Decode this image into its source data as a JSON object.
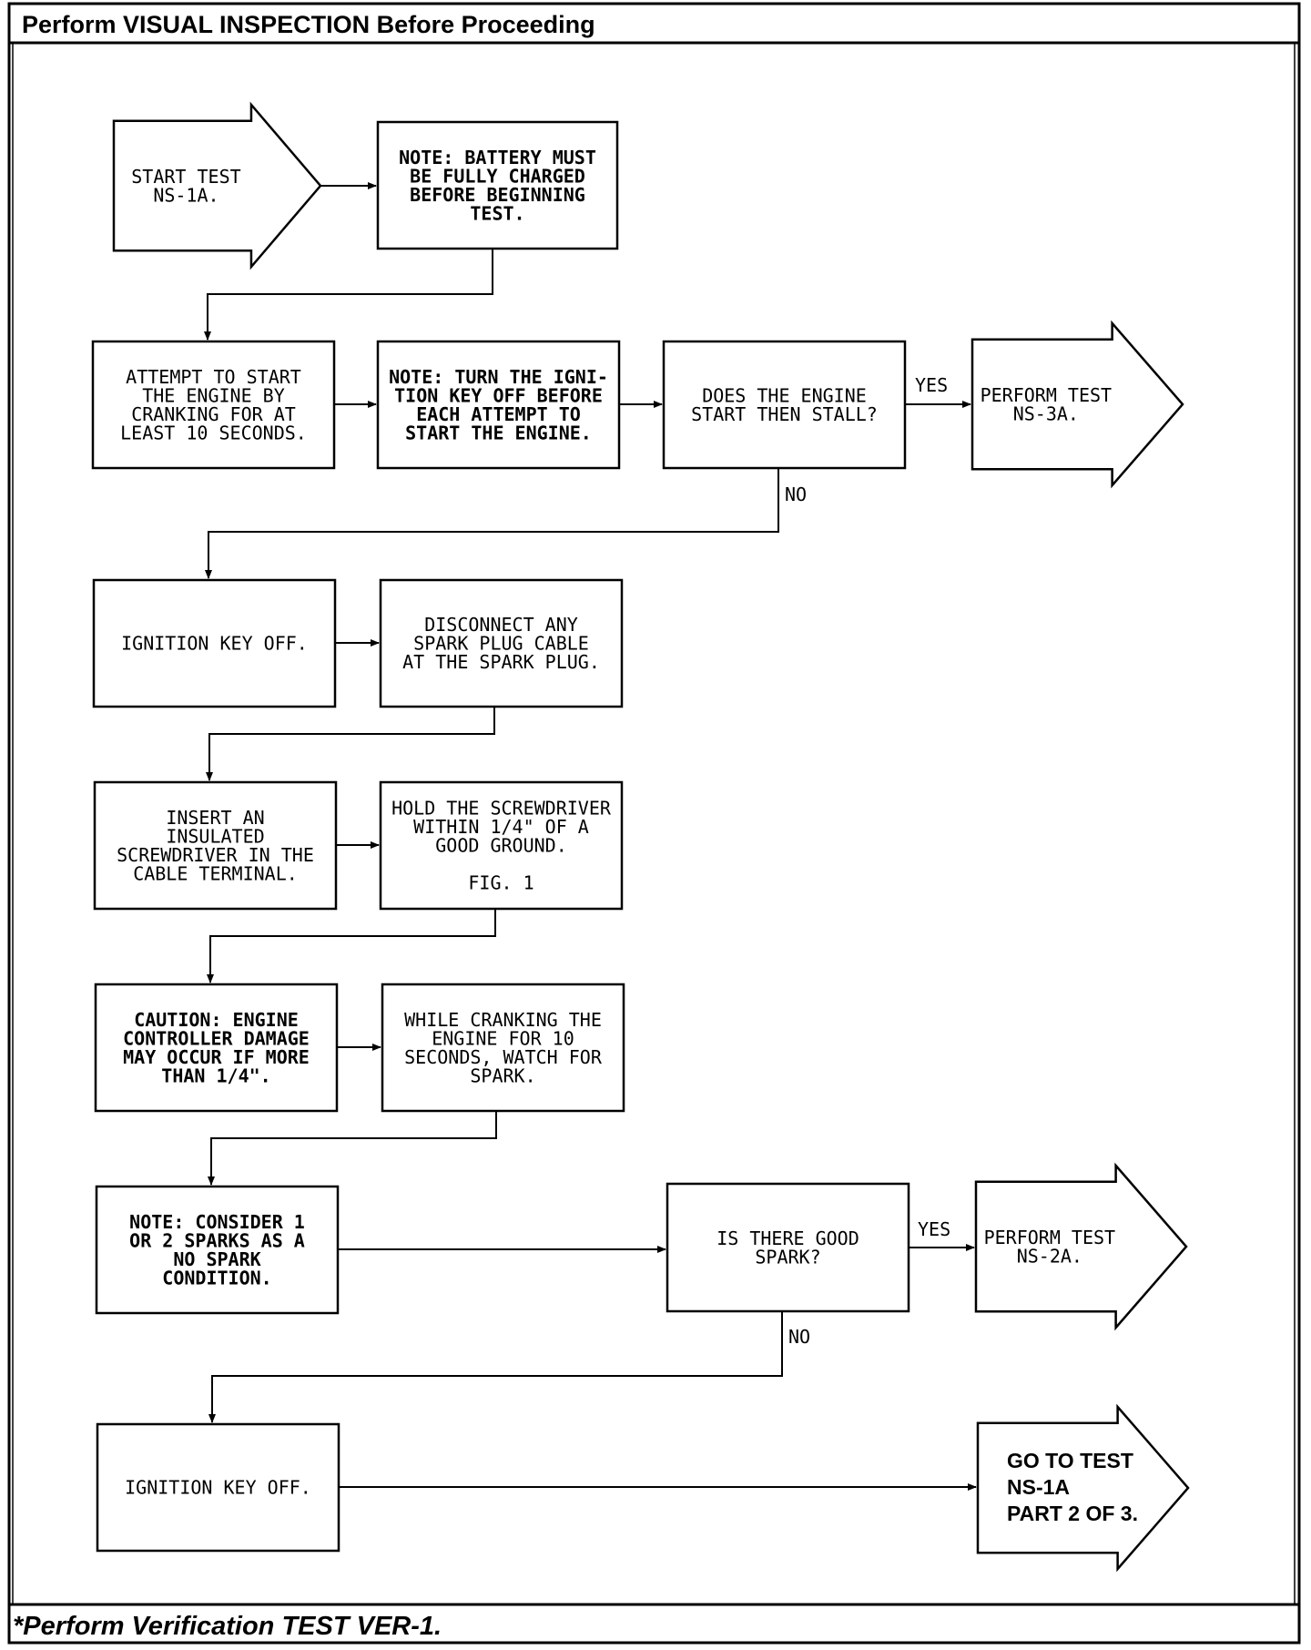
{
  "header": {
    "title": "Perform VISUAL INSPECTION Before Proceeding"
  },
  "footer": {
    "note": "*Perform Verification TEST VER-1."
  },
  "diagram": {
    "nodes": [
      {
        "id": "start",
        "shape": "arrow",
        "lines": [
          "START TEST",
          "NS-1A."
        ]
      },
      {
        "id": "note-battery",
        "shape": "box",
        "bold": true,
        "lines": [
          "NOTE: BATTERY MUST",
          "BE FULLY CHARGED",
          "BEFORE BEGINNING",
          "TEST."
        ]
      },
      {
        "id": "attempt-start",
        "shape": "box",
        "lines": [
          "ATTEMPT TO START",
          "THE ENGINE BY",
          "CRANKING FOR AT",
          "LEAST 10 SECONDS."
        ]
      },
      {
        "id": "note-key-off",
        "shape": "box",
        "bold": true,
        "lines": [
          "NOTE: TURN THE IGNI-",
          "TION KEY OFF BEFORE",
          "EACH ATTEMPT TO",
          "START THE ENGINE."
        ]
      },
      {
        "id": "start-stall",
        "shape": "box",
        "lines": [
          "DOES THE ENGINE",
          "START THEN STALL?"
        ]
      },
      {
        "id": "test-ns3a",
        "shape": "arrow",
        "lines": [
          "PERFORM TEST",
          "NS-3A."
        ]
      },
      {
        "id": "key-off-1",
        "shape": "box",
        "lines": [
          "IGNITION KEY OFF."
        ]
      },
      {
        "id": "disconnect",
        "shape": "box",
        "lines": [
          "DISCONNECT ANY",
          "SPARK PLUG CABLE",
          "AT THE SPARK PLUG."
        ]
      },
      {
        "id": "insert-screwdriver",
        "shape": "box",
        "lines": [
          "INSERT AN",
          "INSULATED",
          "SCREWDRIVER IN THE",
          "CABLE TERMINAL."
        ]
      },
      {
        "id": "hold-screwdriver",
        "shape": "box",
        "lines": [
          "HOLD THE SCREWDRIVER",
          "WITHIN 1/4\" OF A",
          "GOOD GROUND.",
          "",
          "FIG. 1"
        ]
      },
      {
        "id": "caution",
        "shape": "box",
        "bold": true,
        "lines": [
          "CAUTION: ENGINE",
          "CONTROLLER DAMAGE",
          "MAY OCCUR IF MORE",
          "THAN 1/4\"."
        ]
      },
      {
        "id": "watch-spark",
        "shape": "box",
        "lines": [
          "WHILE CRANKING THE",
          "ENGINE FOR 10",
          "SECONDS, WATCH FOR",
          "SPARK."
        ]
      },
      {
        "id": "note-sparks",
        "shape": "box",
        "bold": true,
        "lines": [
          "NOTE: CONSIDER 1",
          "OR 2 SPARKS AS A",
          "NO SPARK",
          "CONDITION."
        ]
      },
      {
        "id": "good-spark",
        "shape": "box",
        "lines": [
          "IS THERE GOOD",
          "SPARK?"
        ]
      },
      {
        "id": "test-ns2a",
        "shape": "arrow",
        "lines": [
          "PERFORM TEST",
          "NS-2A."
        ]
      },
      {
        "id": "key-off-2",
        "shape": "box",
        "lines": [
          "IGNITION KEY OFF."
        ]
      },
      {
        "id": "go-to-test",
        "shape": "arrow",
        "sans": true,
        "lines": [
          "GO TO TEST",
          "NS-1A",
          "PART 2 OF 3."
        ]
      }
    ],
    "edges": [
      {
        "from": "start",
        "to": "note-battery",
        "label": ""
      },
      {
        "from": "note-battery",
        "to": "attempt-start",
        "label": ""
      },
      {
        "from": "attempt-start",
        "to": "note-key-off",
        "label": ""
      },
      {
        "from": "note-key-off",
        "to": "start-stall",
        "label": ""
      },
      {
        "from": "start-stall",
        "to": "test-ns3a",
        "label": "YES"
      },
      {
        "from": "start-stall",
        "to": "key-off-1",
        "label": "NO"
      },
      {
        "from": "key-off-1",
        "to": "disconnect",
        "label": ""
      },
      {
        "from": "disconnect",
        "to": "insert-screwdriver",
        "label": ""
      },
      {
        "from": "insert-screwdriver",
        "to": "hold-screwdriver",
        "label": ""
      },
      {
        "from": "hold-screwdriver",
        "to": "caution",
        "label": ""
      },
      {
        "from": "caution",
        "to": "watch-spark",
        "label": ""
      },
      {
        "from": "watch-spark",
        "to": "note-sparks",
        "label": ""
      },
      {
        "from": "note-sparks",
        "to": "good-spark",
        "label": ""
      },
      {
        "from": "good-spark",
        "to": "test-ns2a",
        "label": "YES"
      },
      {
        "from": "good-spark",
        "to": "key-off-2",
        "label": "NO"
      },
      {
        "from": "key-off-2",
        "to": "go-to-test",
        "label": ""
      }
    ]
  }
}
